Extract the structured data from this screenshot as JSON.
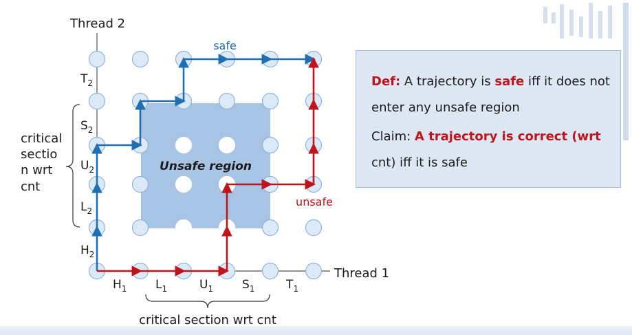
{
  "axes": {
    "thread2_label": "Thread 2",
    "thread1_label": "Thread 1"
  },
  "y_labels": [
    {
      "base": "H",
      "sub": "2"
    },
    {
      "base": "L",
      "sub": "2"
    },
    {
      "base": "U",
      "sub": "2"
    },
    {
      "base": "S",
      "sub": "2"
    },
    {
      "base": "T",
      "sub": "2"
    }
  ],
  "x_labels": [
    {
      "base": "H",
      "sub": "1"
    },
    {
      "base": "L",
      "sub": "1"
    },
    {
      "base": "U",
      "sub": "1"
    },
    {
      "base": "S",
      "sub": "1"
    },
    {
      "base": "T",
      "sub": "1"
    }
  ],
  "critical_y_label": [
    "critical",
    "sectio",
    "n wrt",
    "cnt"
  ],
  "critical_x_label": "critical section wrt cnt",
  "unsafe_region_label": "Unsafe region",
  "safe_label": "safe",
  "unsafe_label": "unsafe",
  "definition": {
    "def_prefix": "Def:",
    "def_text_1": " A trajectory is ",
    "def_safe_word": "safe",
    "def_text_2": "  iff it does not enter any unsafe region",
    "claim_prefix": "Claim: ",
    "claim_bold": "A trajectory is  correct (wrt",
    "claim_rest": "cnt)  iff it is safe"
  },
  "colors": {
    "safe_path": "#1f6fb5",
    "unsafe_path": "#c0141b",
    "node_fill": "#dce9f6",
    "node_stroke": "#8fb3d8",
    "unsafe_region": "#a7c4e4",
    "box_fill": "#dde8f4"
  }
}
